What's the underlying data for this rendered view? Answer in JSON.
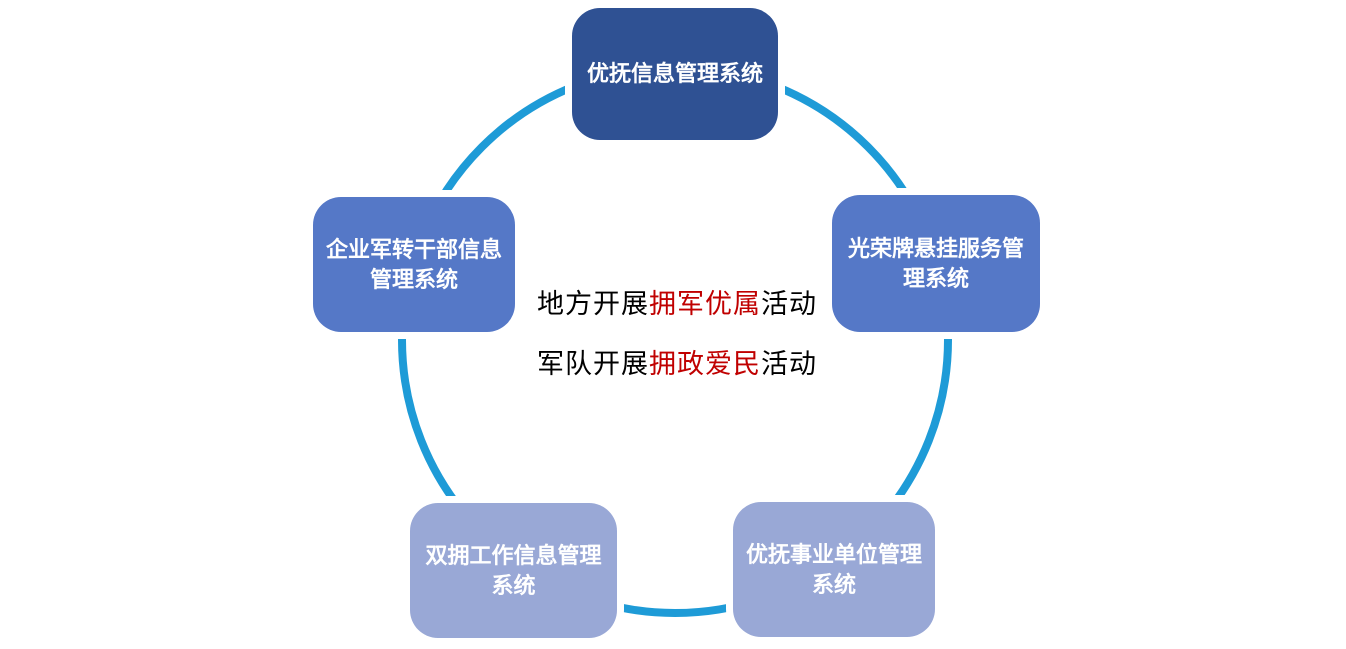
{
  "diagram": {
    "title_hint": "cycle-diagram",
    "colors": {
      "circle_stroke": "#1E9BD7",
      "node_dark_blue": "#2F5193",
      "node_medium_blue": "#5578C7",
      "node_light_blue": "#99A8D6",
      "highlight_red": "#C00000",
      "center_text_black": "#000000",
      "node_text": "#ffffff"
    },
    "nodes": [
      {
        "id": "top",
        "label": "优抚信息管理系统",
        "color": "#2F5193"
      },
      {
        "id": "right",
        "label": "光荣牌悬挂服务管理系统",
        "color": "#5578C7"
      },
      {
        "id": "bottom-right",
        "label": "优抚事业单位管理系统",
        "color": "#99A8D6"
      },
      {
        "id": "bottom-left",
        "label": "双拥工作信息管理系统",
        "color": "#99A8D6"
      },
      {
        "id": "left",
        "label": "企业军转干部信息管理系统",
        "color": "#5578C7"
      }
    ],
    "center_lines": [
      {
        "prefix": "地方开展",
        "highlight": "拥军优属",
        "suffix": "活动"
      },
      {
        "prefix": "军队开展",
        "highlight": "拥政爱民",
        "suffix": "活动"
      }
    ]
  }
}
